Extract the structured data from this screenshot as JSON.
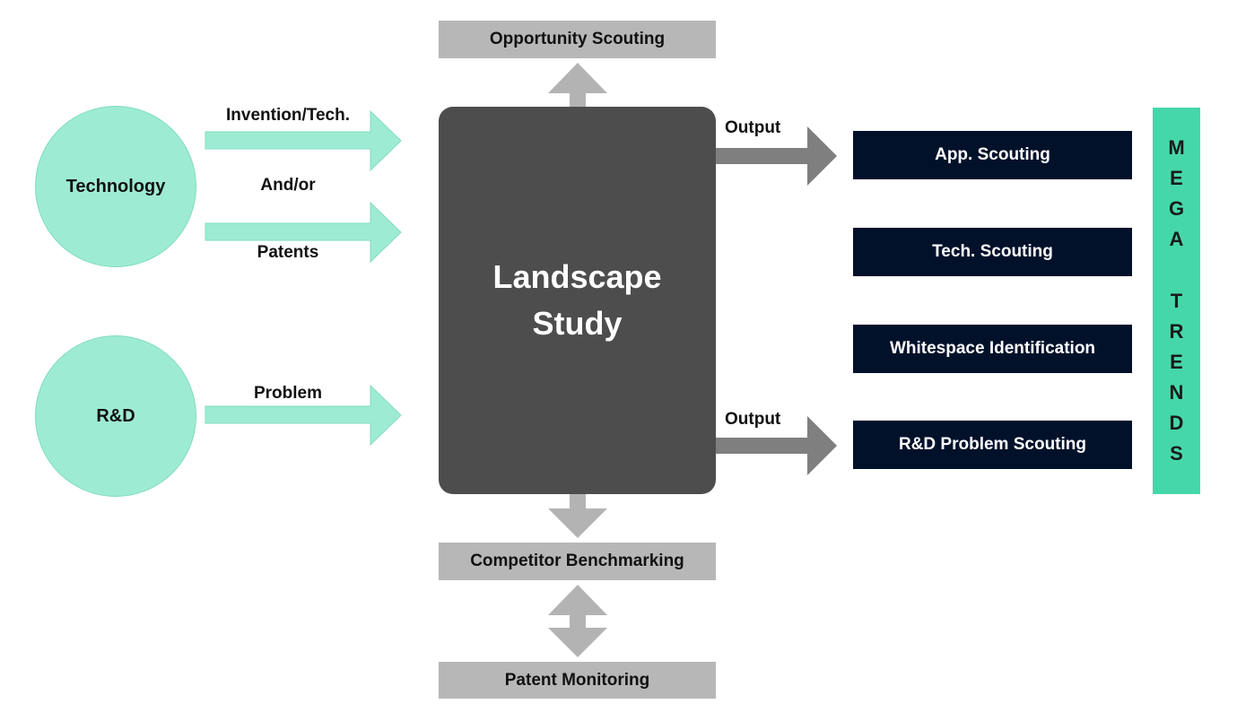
{
  "nodes": {
    "technology": "Technology",
    "rnd": "R&D",
    "core": "Landscape Study",
    "opportunity": "Opportunity Scouting",
    "competitor": "Competitor Benchmarking",
    "patent_monitoring": "Patent Monitoring"
  },
  "edge_labels": {
    "invention": "Invention/Tech.",
    "andor": "And/or",
    "patents": "Patents",
    "problem": "Problem",
    "output_top": "Output",
    "output_bottom": "Output"
  },
  "outputs": [
    "App. Scouting",
    "Tech. Scouting",
    "Whitespace Identification",
    "R&D Problem Scouting"
  ],
  "mega_trends": {
    "letters": [
      "M",
      "E",
      "G",
      "A",
      "T",
      "R",
      "E",
      "N",
      "D",
      "S"
    ]
  },
  "colors": {
    "mint": "#9eebd3",
    "core": "#4d4d4d",
    "gray_box": "#b7b7b7",
    "navy": "#02112a",
    "mega_green": "#45d7aa",
    "arrow_gray": "#7f7f7f",
    "arrow_light_gray": "#b3b3b3"
  }
}
